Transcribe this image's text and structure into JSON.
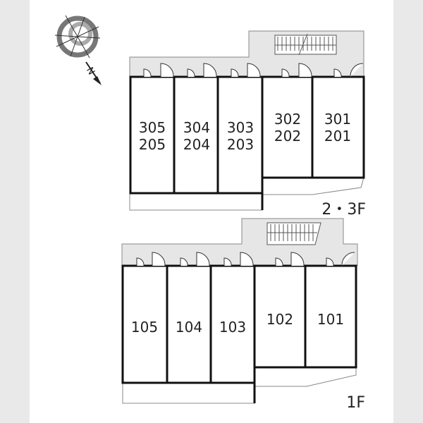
{
  "title": "Floor plan",
  "compass": {
    "north_label": "N"
  },
  "upper_floor": {
    "label": "2・3F",
    "units": [
      {
        "top": "305",
        "bottom": "205"
      },
      {
        "top": "304",
        "bottom": "204"
      },
      {
        "top": "303",
        "bottom": "203"
      },
      {
        "top": "302",
        "bottom": "202"
      },
      {
        "top": "301",
        "bottom": "201"
      }
    ]
  },
  "ground_floor": {
    "label": "1F",
    "units": [
      "105",
      "104",
      "103",
      "102",
      "101"
    ]
  },
  "colors": {
    "corridor": "#e6e6e6",
    "wall": "#111111",
    "side_panel": "#e9e9e9"
  }
}
